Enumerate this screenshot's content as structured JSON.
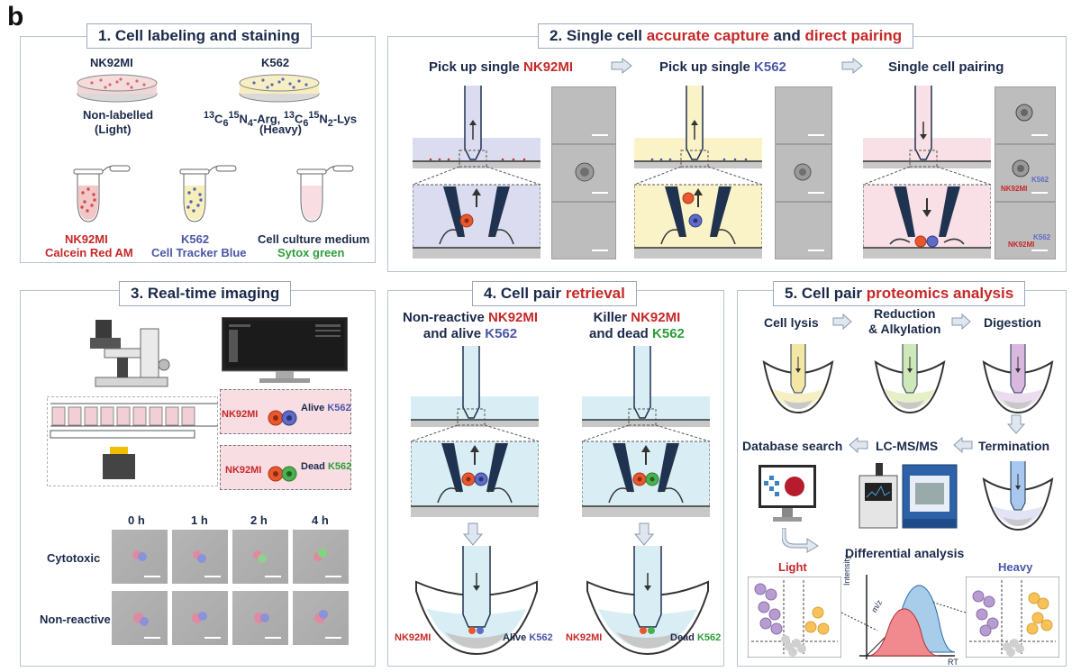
{
  "figure_letter": "b",
  "p1": {
    "title": "1. Cell labeling and staining",
    "dish_left_name": "NK92MI",
    "dish_left_desc1": "Non-labelled",
    "dish_left_desc2": "(Light)",
    "dish_right_name": "K562",
    "dish_right_desc2": "(Heavy)",
    "tube1_name": "NK92MI",
    "tube1_stain": "Calcein Red AM",
    "tube2_name": "K562",
    "tube2_stain": "Cell Tracker Blue",
    "tube3_name": "Cell culture medium",
    "tube3_stain": "Sytox green"
  },
  "p2": {
    "title_a": "2. Single cell ",
    "title_b": "accurate capture",
    "title_c": " and ",
    "title_d": "direct pairing",
    "step1_a": "Pick up single ",
    "step1_b": "NK92MI",
    "step2_a": "Pick up single ",
    "step2_b": "K562",
    "step3": "Single cell pairing",
    "img_lbl_k562": "K562",
    "img_lbl_nk": "NK92MI"
  },
  "p3": {
    "title": "3. Real-time imaging",
    "box1_nk": "NK92MI",
    "box1_state": "Alive ",
    "box1_k": "K562",
    "box2_nk": "NK92MI",
    "box2_state": "Dead ",
    "box2_k": "K562",
    "times": [
      "0 h",
      "1 h",
      "2 h",
      "4 h"
    ],
    "row1": "Cytotoxic",
    "row2": "Non-reactive"
  },
  "p4": {
    "title_a": "4. Cell pair ",
    "title_b": "retrieval",
    "left_a": "Non-reactive ",
    "left_b": "NK92MI",
    "left_c": "and alive ",
    "left_d": "K562",
    "right_a": "Killer ",
    "right_b": "NK92MI",
    "right_c": "and dead ",
    "right_d": "K562",
    "bl_nk": "NK92MI",
    "bl_state": "Alive ",
    "bl_k": "K562",
    "br_nk": "NK92MI",
    "br_state": "Dead ",
    "br_k": "K562"
  },
  "p5": {
    "title_a": "5. Cell pair ",
    "title_b": "proteomics analysis",
    "lysis": "Cell lysis",
    "reduction1": "Reduction",
    "reduction2": "& Alkylation",
    "digestion": "Digestion",
    "termination": "Termination",
    "lcms": "LC-MS/MS",
    "db": "Database search",
    "diff": "Differential analysis",
    "light": "Light",
    "heavy": "Heavy",
    "axis_y": "Intensity",
    "axis_x": "RT",
    "axis_mz": "m/z"
  },
  "colors": {
    "nk_red": "#c62828",
    "k562_blue": "#4a57a6",
    "dead_green": "#2e9c3a",
    "title_navy": "#1b2a4a",
    "lavender_medium": "#dcdcf0",
    "yellow_medium": "#fbf3c8",
    "pink_medium": "#f8e0e6",
    "cyan_medium": "#d8eef4"
  }
}
